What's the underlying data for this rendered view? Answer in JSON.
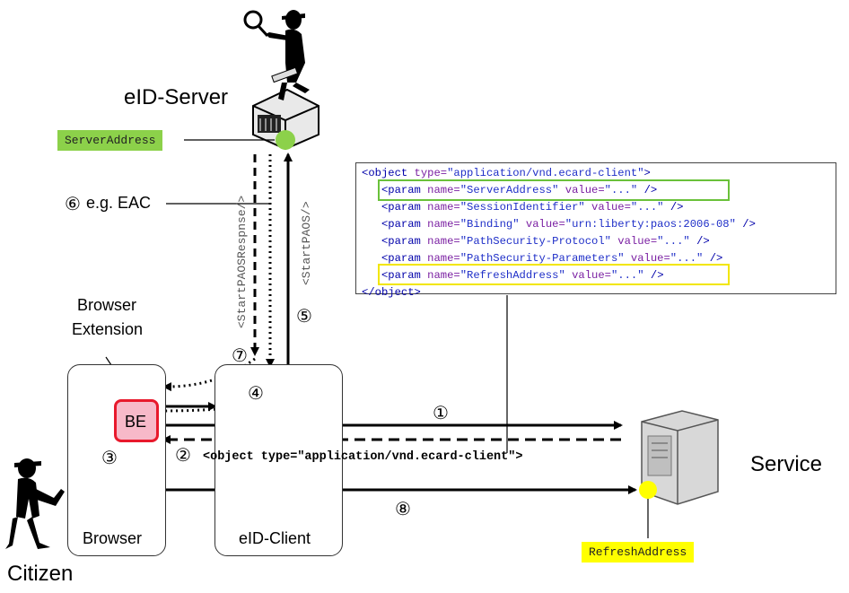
{
  "labels": {
    "eid_server": "eID-Server",
    "service": "Service",
    "citizen": "Citizen",
    "browser": "Browser",
    "eid_client": "eID-Client",
    "browser_extension_line1": "Browser",
    "browser_extension_line2": "Extension",
    "be": "BE",
    "eac": "e.g. EAC"
  },
  "tags": {
    "server_address": "ServerAddress",
    "refresh_address": "RefreshAddress"
  },
  "messages": {
    "start_paos": "<StartPAOS/>",
    "start_paos_response": "<StartPAOSRespnse/>",
    "object_line": "<object type=\"application/vnd.ecard-client\">"
  },
  "steps": {
    "s1": "①",
    "s2": "②",
    "s3": "③",
    "s4": "④",
    "s5": "⑤",
    "s6": "⑥",
    "s7": "⑦",
    "s8": "⑧"
  },
  "code": {
    "open_tag": "<object",
    "open_attr": " type=",
    "open_val": "\"application/vnd.ecard-client\"",
    "open_end": ">",
    "params": [
      {
        "name": "\"ServerAddress\"",
        "attr2": "value=",
        "val2": "\"...\""
      },
      {
        "name": "\"SessionIdentifier\"",
        "attr2": "value=",
        "val2": "\"...\""
      },
      {
        "name": "\"Binding\"",
        "attr2": "value=",
        "val2": "\"urn:liberty:paos:2006-08\""
      },
      {
        "name": "\"PathSecurity-Protocol\"",
        "attr2": "value=",
        "val2": "\"...\""
      },
      {
        "name": "\"PathSecurity-Parameters\"",
        "attr2": "value=",
        "val2": "\"...\""
      },
      {
        "name": "\"RefreshAddress\"",
        "attr2": "value=",
        "val2": "\"...\""
      }
    ],
    "param_open": "<param",
    "param_name_attr": " name=",
    "param_close": " />",
    "close_tag": "</object>"
  },
  "colors": {
    "green": "#8cd14a",
    "yellow": "#ffff00",
    "be_fill": "#f7b9c9",
    "be_border": "#e8192c"
  }
}
